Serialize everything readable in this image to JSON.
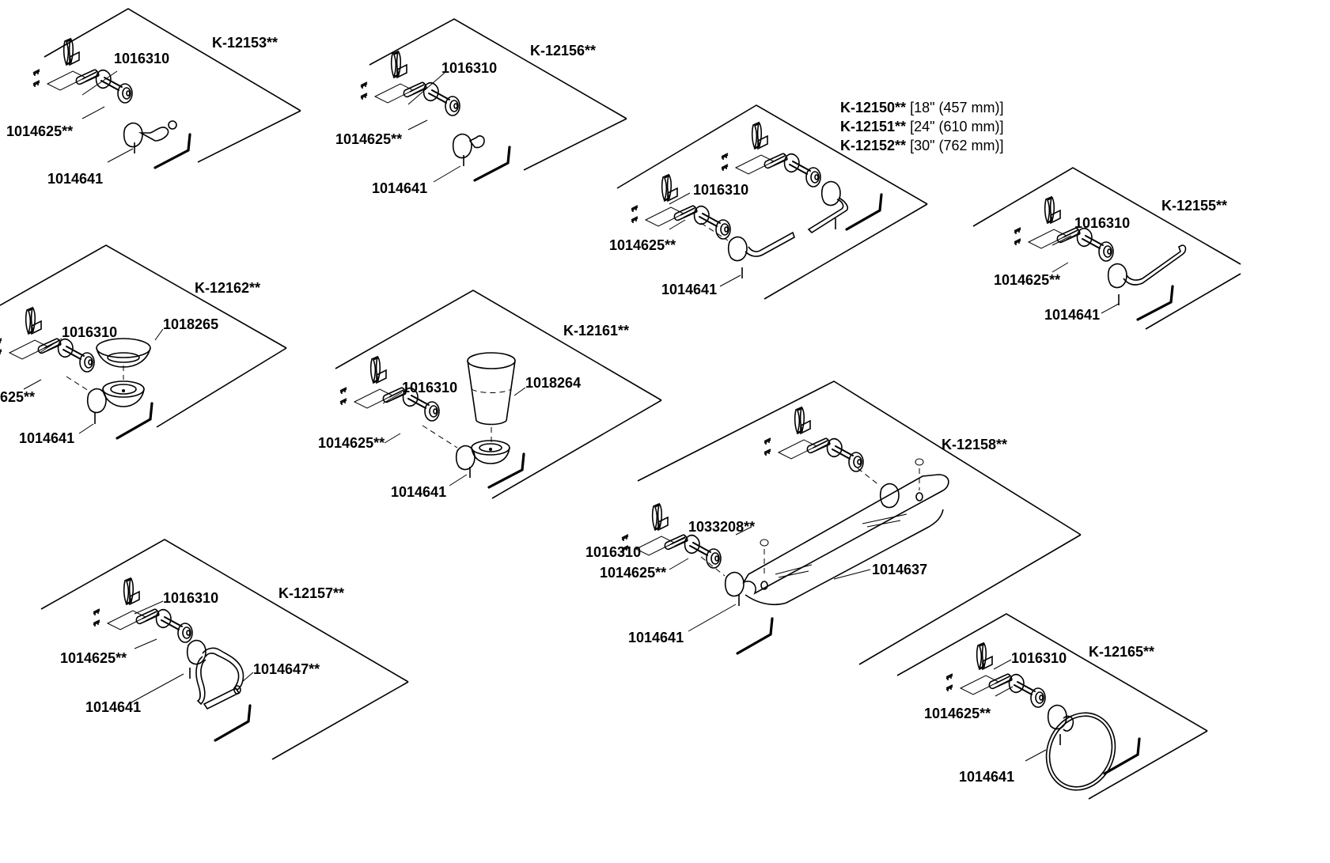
{
  "diagram": {
    "panels": [
      {
        "id": "k12153",
        "title": "K-12153**",
        "parts": {
          "mount": "1016310",
          "flange": "1014625**",
          "screw": "1014641"
        }
      },
      {
        "id": "k12156",
        "title": "K-12156**",
        "parts": {
          "mount": "1016310",
          "flange": "1014625**",
          "screw": "1014641"
        }
      },
      {
        "id": "k12150",
        "titles": [
          {
            "model": "K-12150**",
            "size": "[18\" (457 mm)]"
          },
          {
            "model": "K-12151**",
            "size": "[24\" (610 mm)]"
          },
          {
            "model": "K-12152**",
            "size": "[30\" (762 mm)]"
          }
        ],
        "parts": {
          "mount": "1016310",
          "flange": "1014625**",
          "screw": "1014641"
        }
      },
      {
        "id": "k12155",
        "title": "K-12155**",
        "parts": {
          "mount": "1016310",
          "flange": "1014625**",
          "screw": "1014641"
        }
      },
      {
        "id": "k12162",
        "title": "K-12162**",
        "parts": {
          "mount": "1016310",
          "dish": "1018265",
          "flange": "625**",
          "screw": "1014641"
        }
      },
      {
        "id": "k12161",
        "title": "K-12161**",
        "parts": {
          "mount": "1016310",
          "tumbler": "1018264",
          "flange": "1014625**",
          "screw": "1014641"
        }
      },
      {
        "id": "k12158",
        "title": "K-12158**",
        "parts": {
          "cap": "1033208**",
          "mount": "1016310",
          "flange": "1014625**",
          "shelf": "1014637",
          "screw": "1014641"
        }
      },
      {
        "id": "k12157",
        "title": "K-12157**",
        "parts": {
          "mount": "1016310",
          "flange": "1014625**",
          "roller": "1014647**",
          "screw": "1014641"
        }
      },
      {
        "id": "k12165",
        "title": "K-12165**",
        "parts": {
          "mount": "1016310",
          "flange": "1014625**",
          "screw": "1014641"
        }
      }
    ]
  }
}
